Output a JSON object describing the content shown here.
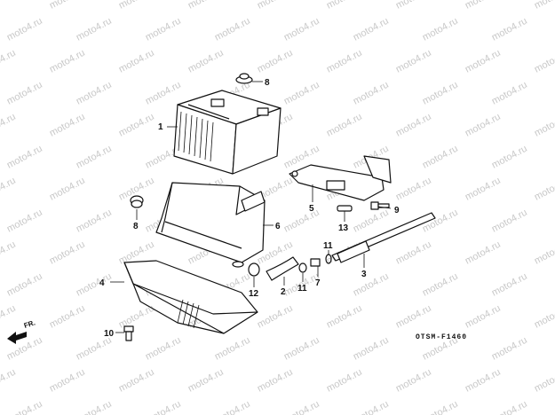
{
  "watermark": {
    "text": "moto4.ru"
  },
  "drawing_code": "OTSM-F1460",
  "direction_label": "FR.",
  "callouts": {
    "c1": "1",
    "c2": "2",
    "c3": "3",
    "c4": "4",
    "c5": "5",
    "c6": "6",
    "c7": "7",
    "c8a": "8",
    "c8b": "8",
    "c9": "9",
    "c10": "10",
    "c11a": "11",
    "c11b": "11",
    "c12": "12",
    "c13": "13"
  }
}
